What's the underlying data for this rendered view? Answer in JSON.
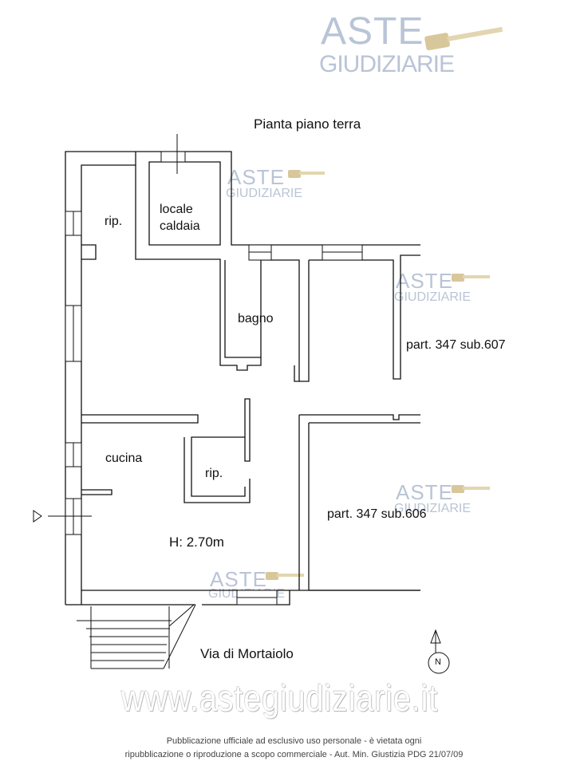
{
  "watermark": {
    "brand_top": "ASTE",
    "brand_bottom": "GIUDIZIARIE",
    "url": "www.astegiudiziarie.it"
  },
  "plan": {
    "title": "Pianta piano terra",
    "rooms": {
      "rip_top": "rip.",
      "locale_caldaia_line1": "locale",
      "locale_caldaia_line2": "caldaia",
      "bagno": "bagno",
      "cucina": "cucina",
      "rip_mid": "rip.",
      "height": "H: 2.70m"
    },
    "neighbors": {
      "part_607": "part. 347 sub.607",
      "part_606": "part. 347 sub.606"
    },
    "street": "Via di Mortaiolo",
    "north": "N"
  },
  "footer": {
    "line1": "Pubblicazione ufficiale ad esclusivo uso personale - è vietata ogni",
    "line2": "ripubblicazione o riproduzione a scopo commerciale - Aut. Min. Giustizia PDG 21/07/09"
  }
}
